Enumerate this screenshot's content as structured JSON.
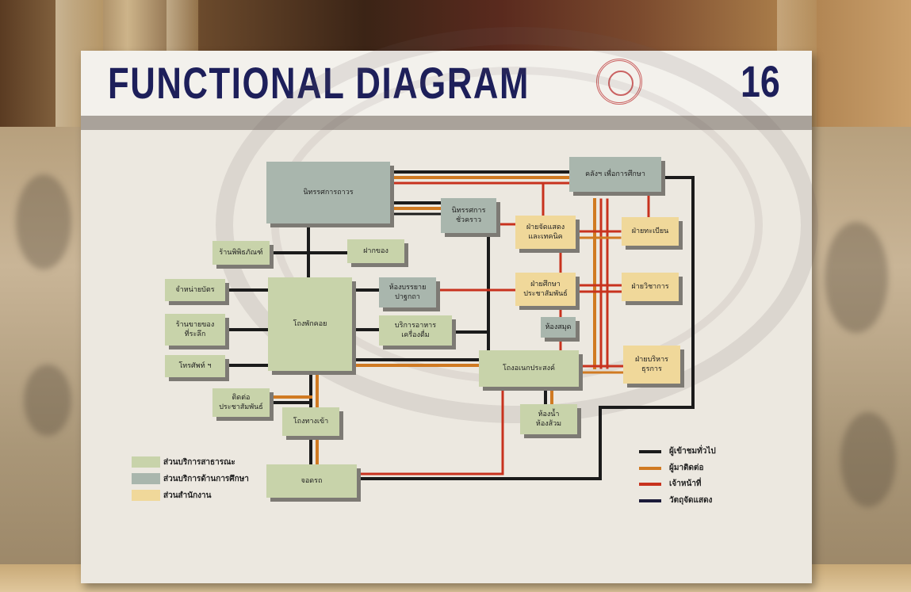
{
  "board": {
    "title": "FUNCTIONAL  DIAGRAM",
    "number": "16"
  },
  "boxes": {
    "director": "นิทรรศการถาวร",
    "temp_exhibit": "นิทรรศการ\nชั่วคราว",
    "edu_research": "คลังฯ เพื่อการศึกษา",
    "tech_dept": "ฝ่ายจัดแสดง\nและเทคนิค",
    "registry": "ฝ่ายทะเบียน",
    "museum_shop": "ร้านพิพิธภัณฑ์",
    "cloakroom": "ฝากของ",
    "ticket": "จำหน่ายบัตร",
    "souvenir": "ร้านขายของ\nที่ระลึก",
    "phone": "โทรศัพท์ ฯ",
    "lobby": "โถงพักคอย",
    "lecture": "ห้องบรรยาย\nปาฐกถา",
    "education_pr": "ฝ่ายศึกษา\nประชาสัมพันธ์",
    "academic": "ฝ่ายวิชาการ",
    "food": "บริการอาหาร\nเครื่องดื่ม",
    "library": "ห้องสมุด",
    "multipurpose": "โถงอเนกประสงค์",
    "admin": "ฝ่ายบริหาร\nธุรการ",
    "contact_pr": "ติดต่อ\nประชาสัมพันธ์",
    "entrance": "โถงทางเข้า",
    "restroom": "ห้องน้ำ\nห้องส้วม",
    "parking": "จอดรถ"
  },
  "legend_areas": [
    {
      "label": "ส่วนบริการสาธารณะ",
      "color": "#c8d3aa"
    },
    {
      "label": "ส่วนบริการด้านการศึกษา",
      "color": "#a9b6ad"
    },
    {
      "label": "ส่วนสำนักงาน",
      "color": "#f0d89a"
    }
  ],
  "legend_lines": [
    {
      "label": "ผู้เข้าชมทั่วไป",
      "color": "#1b1b1b"
    },
    {
      "label": "ผู้มาติดต่อ",
      "color": "#d07a22"
    },
    {
      "label": "เจ้าหน้าที่",
      "color": "#c8321e"
    },
    {
      "label": "วัตถุจัดแสดง",
      "color": "#1b1b3a"
    }
  ],
  "colors": {
    "visitor_line": "#1b1b1b",
    "contact_line": "#d07a22",
    "staff_line": "#c8321e",
    "object_line": "#1b1b3a"
  }
}
